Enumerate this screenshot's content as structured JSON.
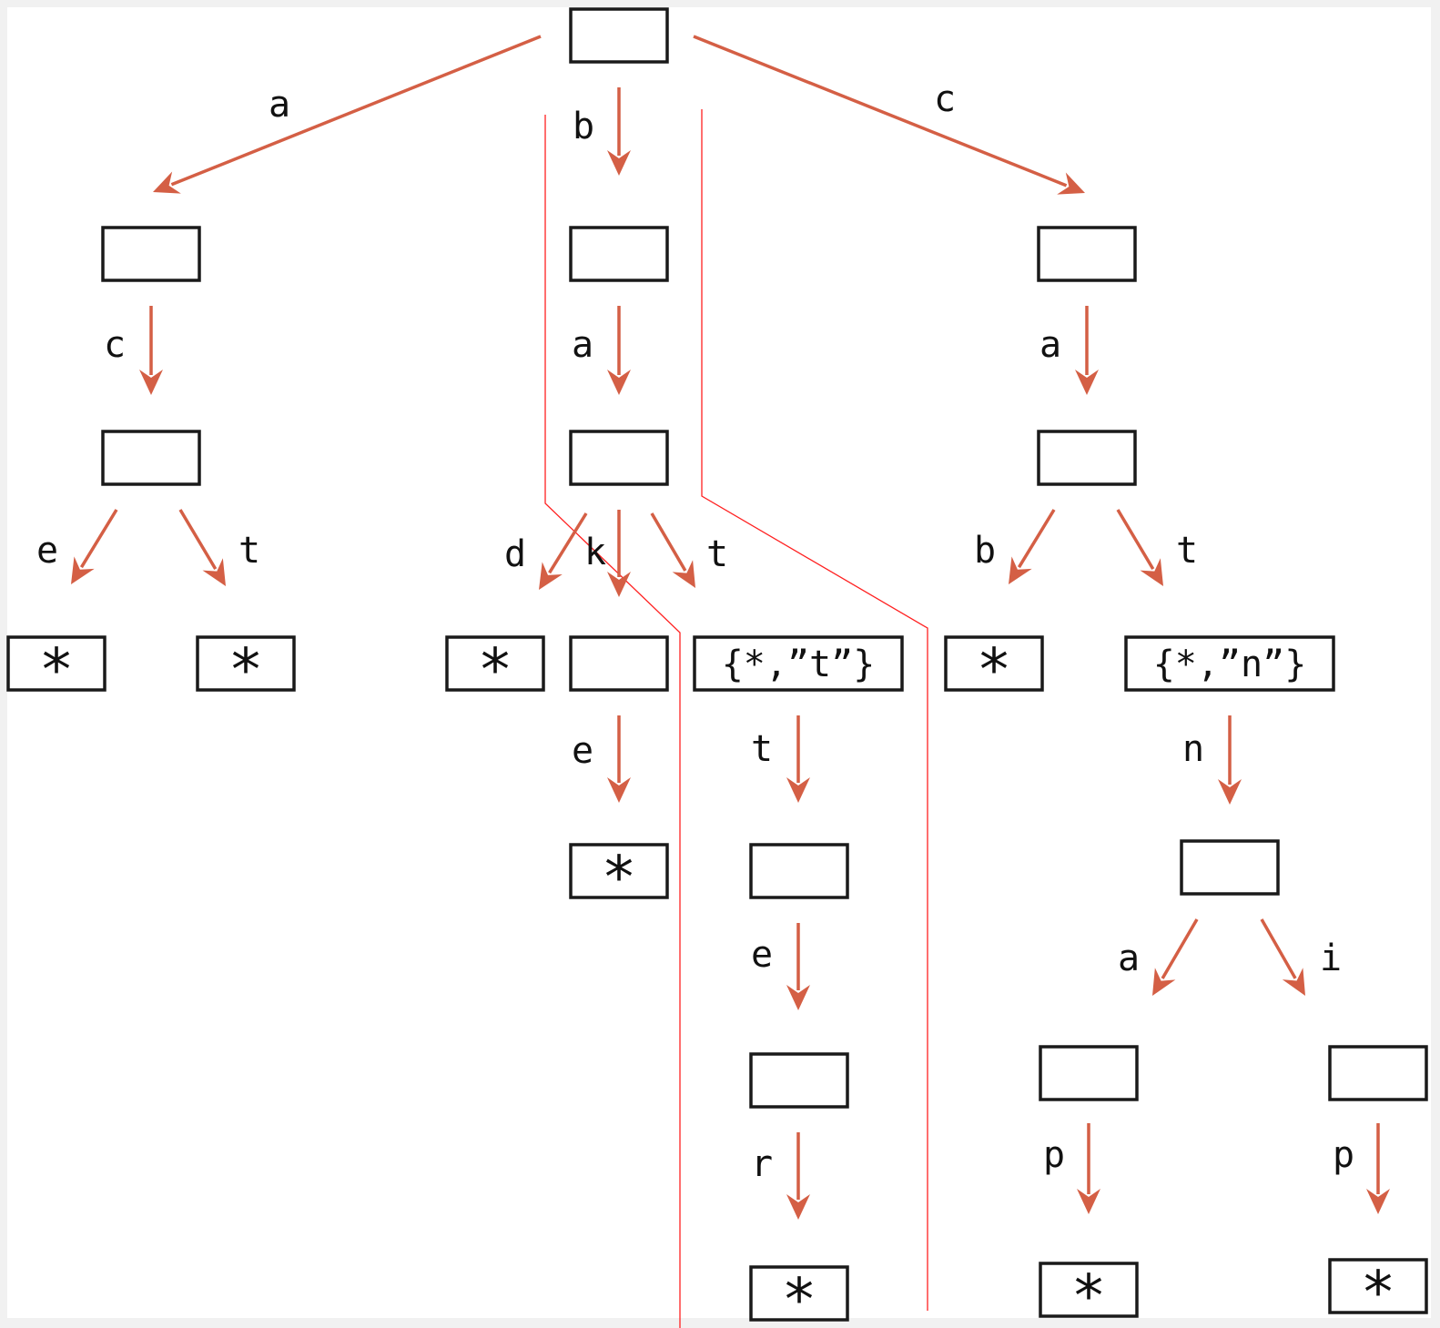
{
  "colors": {
    "edge": "#d45f45",
    "node_border": "#1a1a1a",
    "highlight_path": "#ff2020",
    "canvas": "#ffffff",
    "frame": "#f1f1f1"
  },
  "nodes": [
    {
      "id": "root",
      "label": ""
    },
    {
      "id": "a",
      "label": ""
    },
    {
      "id": "b",
      "label": ""
    },
    {
      "id": "c",
      "label": ""
    },
    {
      "id": "ac",
      "label": ""
    },
    {
      "id": "ba",
      "label": ""
    },
    {
      "id": "ca",
      "label": ""
    },
    {
      "id": "ace",
      "label": "*"
    },
    {
      "id": "act",
      "label": "*"
    },
    {
      "id": "bad",
      "label": "*"
    },
    {
      "id": "bak",
      "label": ""
    },
    {
      "id": "bat",
      "label": "{*,”t”}"
    },
    {
      "id": "cab",
      "label": "*"
    },
    {
      "id": "cat",
      "label": "{*,”n”}"
    },
    {
      "id": "bake",
      "label": "*"
    },
    {
      "id": "batt",
      "label": ""
    },
    {
      "id": "catn",
      "label": ""
    },
    {
      "id": "batte",
      "label": ""
    },
    {
      "id": "catna",
      "label": ""
    },
    {
      "id": "catni",
      "label": ""
    },
    {
      "id": "batter",
      "label": "*"
    },
    {
      "id": "catnap",
      "label": "*"
    },
    {
      "id": "catnip",
      "label": "*"
    }
  ],
  "edges": [
    {
      "from": "root",
      "to": "a",
      "label": "a"
    },
    {
      "from": "root",
      "to": "b",
      "label": "b"
    },
    {
      "from": "root",
      "to": "c",
      "label": "c"
    },
    {
      "from": "a",
      "to": "ac",
      "label": "c"
    },
    {
      "from": "b",
      "to": "ba",
      "label": "a"
    },
    {
      "from": "c",
      "to": "ca",
      "label": "a"
    },
    {
      "from": "ac",
      "to": "ace",
      "label": "e"
    },
    {
      "from": "ac",
      "to": "act",
      "label": "t"
    },
    {
      "from": "ba",
      "to": "bad",
      "label": "d"
    },
    {
      "from": "ba",
      "to": "bak",
      "label": "k"
    },
    {
      "from": "ba",
      "to": "bat",
      "label": "t"
    },
    {
      "from": "ca",
      "to": "cab",
      "label": "b"
    },
    {
      "from": "ca",
      "to": "cat",
      "label": "t"
    },
    {
      "from": "bak",
      "to": "bake",
      "label": "e"
    },
    {
      "from": "bat",
      "to": "batt",
      "label": "t"
    },
    {
      "from": "cat",
      "to": "catn",
      "label": "n"
    },
    {
      "from": "batt",
      "to": "batte",
      "label": "e"
    },
    {
      "from": "catn",
      "to": "catna",
      "label": "a"
    },
    {
      "from": "catn",
      "to": "catni",
      "label": "i"
    },
    {
      "from": "batte",
      "to": "batter",
      "label": "r"
    },
    {
      "from": "catna",
      "to": "catnap",
      "label": "p"
    },
    {
      "from": "catni",
      "to": "catnip",
      "label": "p"
    }
  ]
}
